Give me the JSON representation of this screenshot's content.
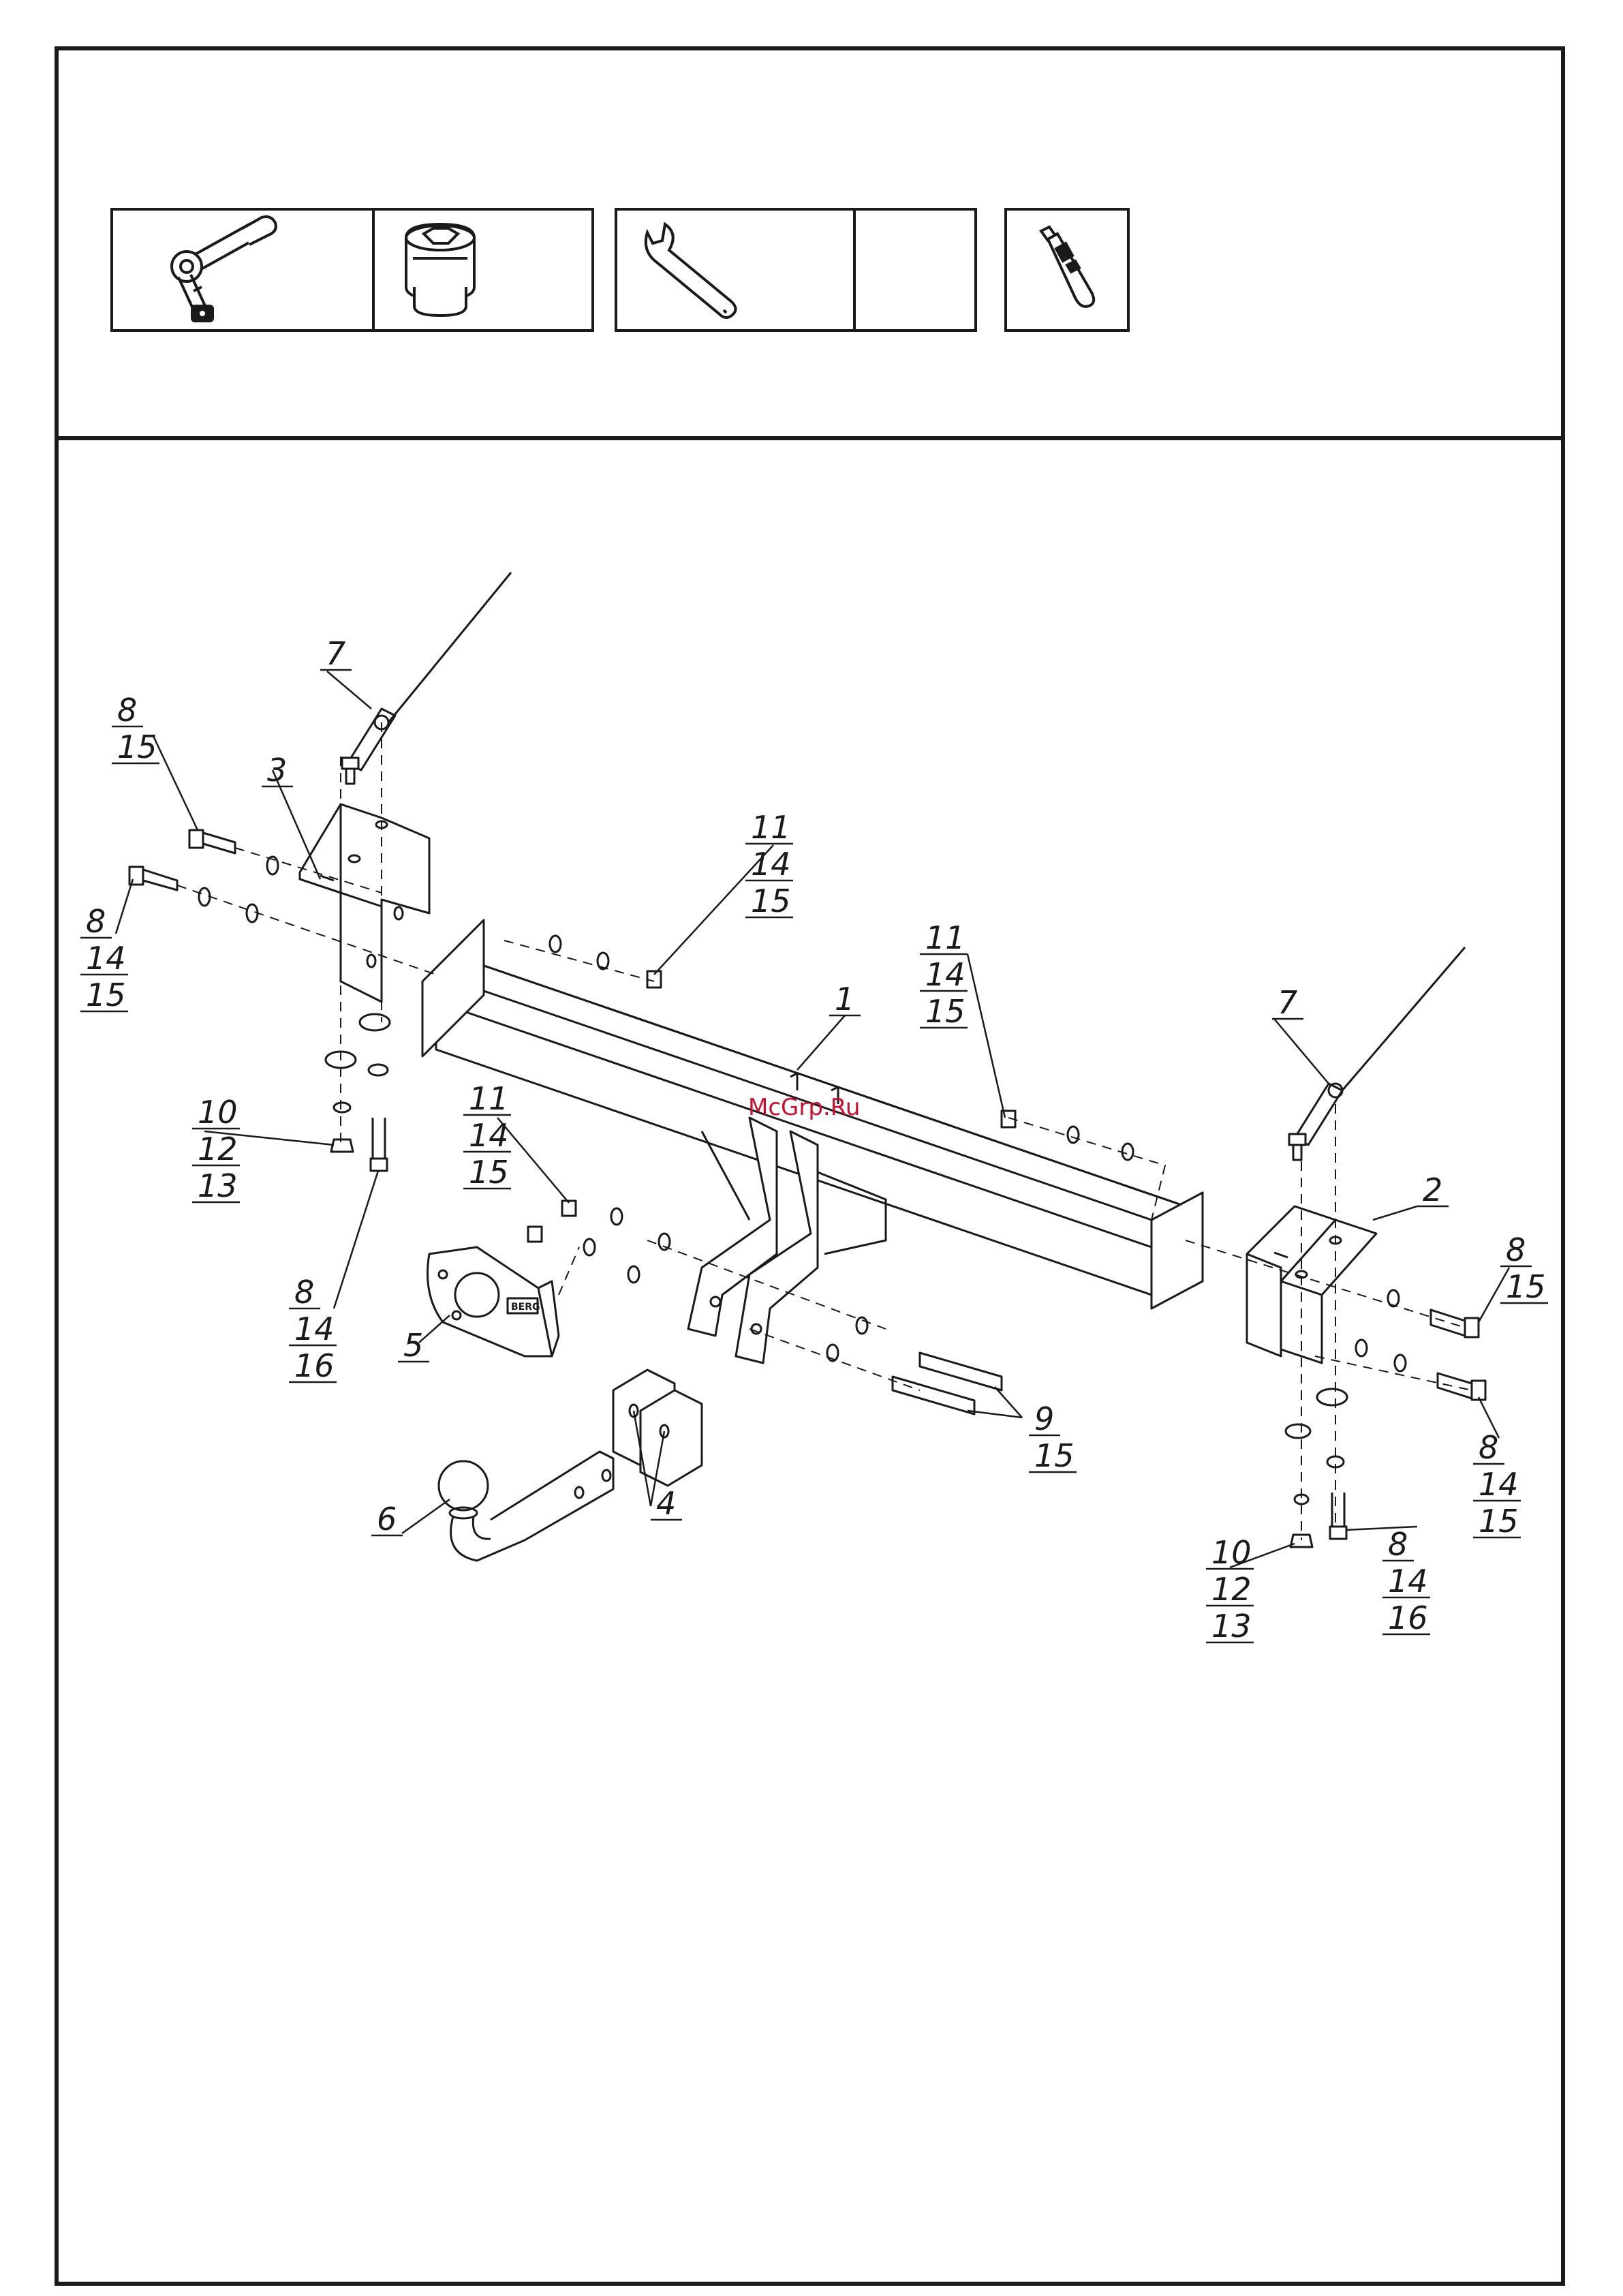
{
  "colors": {
    "line": "#1a1a1a",
    "watermark": "#c8102e"
  },
  "tools": [
    {
      "icon": "ratchet-wrench-icon"
    },
    {
      "icon": "socket-icon"
    },
    {
      "icon": "open-end-wrench-icon"
    },
    {
      "icon": "empty-cell"
    },
    {
      "icon": "utility-knife-icon"
    }
  ],
  "watermark": "McGrp.Ru",
  "brand_badge": "BERG",
  "callouts": {
    "c7_left": [
      "7"
    ],
    "c8_15_top": [
      "8",
      "15"
    ],
    "c3": [
      "3"
    ],
    "c8_14_15_left": [
      "8",
      "14",
      "15"
    ],
    "c10_12_13_left": [
      "10",
      "12",
      "13"
    ],
    "c8_14_16_left": [
      "8",
      "14",
      "16"
    ],
    "c11_14_15_top": [
      "11",
      "14",
      "15"
    ],
    "c11_14_15_mid": [
      "11",
      "14",
      "15"
    ],
    "c11_14_15_right": [
      "11",
      "14",
      "15"
    ],
    "c1": [
      "1"
    ],
    "c7_right": [
      "7"
    ],
    "c2": [
      "2"
    ],
    "c8_15_right": [
      "8",
      "15"
    ],
    "c8_14_15_right": [
      "8",
      "14",
      "15"
    ],
    "c10_12_13_right": [
      "10",
      "12",
      "13"
    ],
    "c8_14_16_right": [
      "8",
      "14",
      "16"
    ],
    "c5": [
      "5"
    ],
    "c6": [
      "6"
    ],
    "c4": [
      "4"
    ],
    "c9_15": [
      "9",
      "15"
    ]
  }
}
